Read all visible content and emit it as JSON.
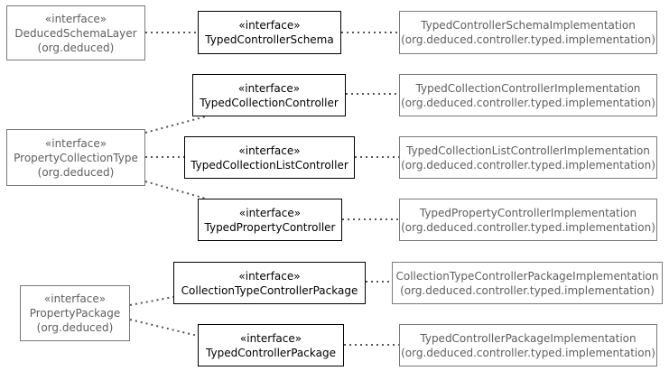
{
  "stereotype": "«interface»",
  "nodes": {
    "deduced_schema_layer": {
      "stereotype": "«interface»",
      "name": "DeducedSchemaLayer",
      "package": "(org.deduced)"
    },
    "property_collection_type": {
      "stereotype": "«interface»",
      "name": "PropertyCollectionType",
      "package": "(org.deduced)"
    },
    "property_package": {
      "stereotype": "«interface»",
      "name": "PropertyPackage",
      "package": "(org.deduced)"
    },
    "typed_controller_schema": {
      "stereotype": "«interface»",
      "name": "TypedControllerSchema"
    },
    "typed_collection_controller": {
      "stereotype": "«interface»",
      "name": "TypedCollectionController"
    },
    "typed_collection_list_controller": {
      "stereotype": "«interface»",
      "name": "TypedCollectionListController"
    },
    "typed_property_controller": {
      "stereotype": "«interface»",
      "name": "TypedPropertyController"
    },
    "collection_type_controller_package": {
      "stereotype": "«interface»",
      "name": "CollectionTypeControllerPackage"
    },
    "typed_controller_package": {
      "stereotype": "«interface»",
      "name": "TypedControllerPackage"
    },
    "typed_controller_schema_impl": {
      "name": "TypedControllerSchemaImplementation",
      "package": "(org.deduced.controller.typed.implementation)"
    },
    "typed_collection_controller_impl": {
      "name": "TypedCollectionControllerImplementation",
      "package": "(org.deduced.controller.typed.implementation)"
    },
    "typed_collection_list_controller_impl": {
      "name": "TypedCollectionListControllerImplementation",
      "package": "(org.deduced.controller.typed.implementation)"
    },
    "typed_property_controller_impl": {
      "name": "TypedPropertyControllerImplementation",
      "package": "(org.deduced.controller.typed.implementation)"
    },
    "collection_type_controller_package_impl": {
      "name": "CollectionTypeControllerPackageImplementation",
      "package": "(org.deduced.controller.typed.implementation)"
    },
    "typed_controller_package_impl": {
      "name": "TypedControllerPackageImplementation",
      "package": "(org.deduced.controller.typed.implementation)"
    }
  },
  "colors": {
    "gray_border": "#7a7a7a",
    "gray_text": "#5e5e5e",
    "black": "#000000",
    "connector": "#555555"
  }
}
